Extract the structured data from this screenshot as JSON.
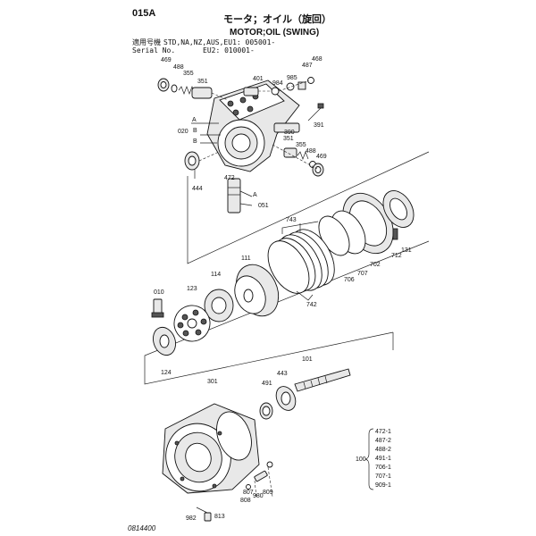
{
  "header": {
    "page_code": "015A",
    "title_jp": "モータ；オイル（旋回）",
    "title_en": "MOTOR;OIL (SWING)",
    "applicability_label_jp": "適用号機",
    "applicability_label_en": "Serial No.",
    "applicability_models": "STD,NA,NZ,AUS,EU1: 005001-",
    "applicability_eu2": "EU2: 010001-"
  },
  "footer": {
    "drawing_no": "0814400"
  },
  "callouts": {
    "p469a": "469",
    "p488a": "488",
    "p355a": "355",
    "p351a": "351",
    "p401": "401",
    "p984": "984",
    "p985": "985",
    "p487": "487",
    "p468": "468",
    "p391": "391",
    "p390": "390",
    "p351b": "351",
    "p355b": "355",
    "p488b": "488",
    "p469b": "469",
    "p020": "020",
    "ref_a1": "A",
    "ref_b1": "B",
    "ref_b2": "B",
    "p444": "444",
    "p472": "472",
    "ref_a2": "A",
    "p051": "051",
    "p743": "743",
    "p111": "111",
    "p712": "712",
    "p131": "131",
    "p702": "702",
    "p707": "707",
    "p706": "706",
    "p742": "742",
    "p010": "010",
    "p114": "114",
    "p123": "123",
    "p124": "124",
    "p101": "101",
    "p443": "443",
    "p491": "491",
    "p301": "301",
    "p808": "808",
    "p807": "807",
    "p809": "809",
    "p980": "980",
    "p982": "982",
    "p813": "813"
  },
  "kit": {
    "number": "100",
    "items": [
      "472-1",
      "487-2",
      "488-2",
      "491-1",
      "706-1",
      "707-1",
      "909-1"
    ]
  }
}
